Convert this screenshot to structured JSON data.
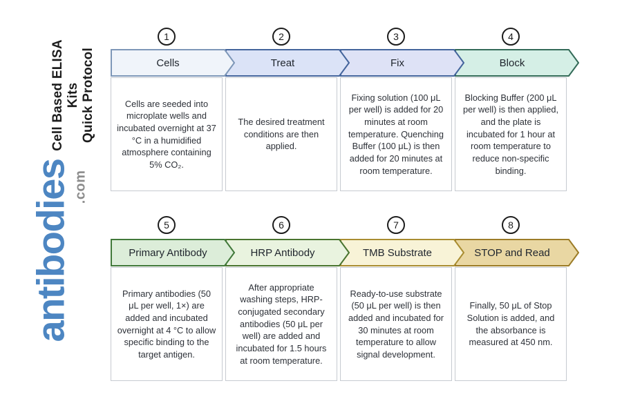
{
  "title": {
    "line1": "Cell Based ELISA Kits",
    "line2": "Quick Protocol"
  },
  "brand": {
    "name": "antibodies",
    "tld": ".com",
    "name_color": "#4d86c2",
    "tld_color": "#8c8c8c"
  },
  "steps": [
    {
      "number": "1",
      "label": "Cells",
      "description": "Cells are seeded into microplate wells and incubated overnight at 37 °C in a humidified atmosphere containing 5% CO₂.",
      "fill": "#f0f4fa",
      "border": "#7e97b8"
    },
    {
      "number": "2",
      "label": "Treat",
      "description": "The desired treatment conditions are then applied.",
      "fill": "#dbe3f7",
      "border": "#44659c"
    },
    {
      "number": "3",
      "label": "Fix",
      "description": "Fixing solution (100 μL per well) is added for 20 minutes at room temperature. Quenching Buffer (100 μL) is then added for 20 minutes at room temperature.",
      "fill": "#dee2f6",
      "border": "#44659c"
    },
    {
      "number": "4",
      "label": "Block",
      "description": "Blocking Buffer (200 μL per well) is then applied, and the plate is incubated for 1 hour at room temperature to reduce non-specific binding.",
      "fill": "#d5efe6",
      "border": "#336b58"
    },
    {
      "number": "5",
      "label": "Primary Antibody",
      "description": "Primary antibodies (50 μL per well, 1×) are added and incubated overnight at 4 °C to allow specific binding to the target antigen.",
      "fill": "#dcedd9",
      "border": "#41793a"
    },
    {
      "number": "6",
      "label": "HRP Antibody",
      "description": "After appropriate washing steps, HRP-conjugated secondary antibodies (50 μL per well) are added and incubated for 1.5 hours at room temperature.",
      "fill": "#e9f3df",
      "border": "#49742f"
    },
    {
      "number": "7",
      "label": "TMB Substrate",
      "description": "Ready-to-use substrate (50 μL per well) is then added and incubated for 30 minutes at room temperature to allow signal development.",
      "fill": "#f8f3d7",
      "border": "#a98d31"
    },
    {
      "number": "8",
      "label": "STOP and Read",
      "description": "Finally, 50 μL of Stop Solution is added, and the absorbance is measured at 450 nm.",
      "fill": "#e9d7a3",
      "border": "#9c7c27"
    }
  ]
}
